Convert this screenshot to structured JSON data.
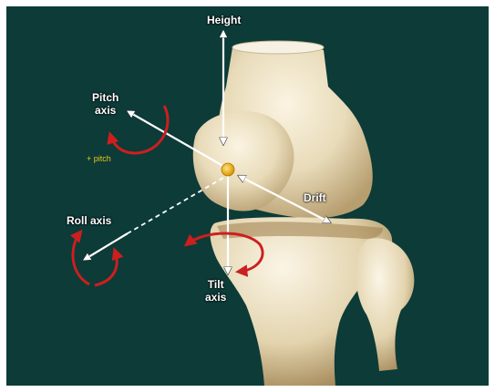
{
  "colors": {
    "background": "#0c3b38",
    "bone": "#efe3c6",
    "rotation_arrow": "#cc1f1f",
    "axis_arrow": "#ffffff",
    "pivot": "#f2b705",
    "pitch_note": "#f0c419"
  },
  "labels": {
    "height": "Height",
    "pitch_line1": "Pitch",
    "pitch_line2": "axis",
    "pitch_note": "+ pitch",
    "roll": "Roll axis",
    "drift": "Drift",
    "tilt_line1": "Tilt",
    "tilt_line2": "axis"
  }
}
